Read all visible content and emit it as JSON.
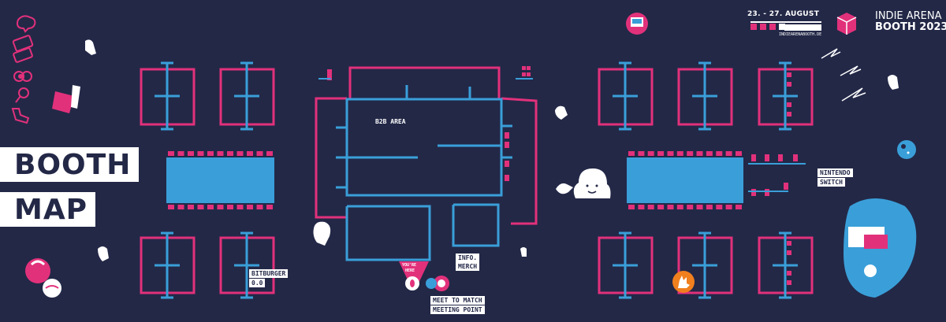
{
  "map": {
    "title_line1": "BOOTH",
    "title_line2": "MAP",
    "dates": "23. - 27. AUGUST",
    "website": "INDIEARENABOOTH.DE",
    "brand_line1": "INDIE ARENA",
    "brand_line2": "BOOTH 2023",
    "areas": {
      "b2b": "B2B AREA",
      "info": "INFO.",
      "merch": "MERCH",
      "nintendo": "NINTENDO",
      "switch": "SWITCH",
      "bitburger": "BITBURGER",
      "bitburger_sub": "0.0",
      "meet1": "MEET TO MATCH",
      "meet2": "MEETING POINT",
      "you_are": "YOU'RE",
      "here": "HERE"
    },
    "colors": {
      "background": "#232847",
      "booth_outline": "#e2317b",
      "structure": "#3a9fd9",
      "label": "#ffffff",
      "fox_badge": "#f07f1e"
    },
    "icons": [
      "brain-icon",
      "ticket-icon",
      "sushi-icon",
      "lollipop-icon",
      "sock-icon",
      "laptop-icon",
      "lightning-icon",
      "planet-icon",
      "fox-logo-icon",
      "cube-logo-icon",
      "ghost-cloud-icon"
    ]
  }
}
